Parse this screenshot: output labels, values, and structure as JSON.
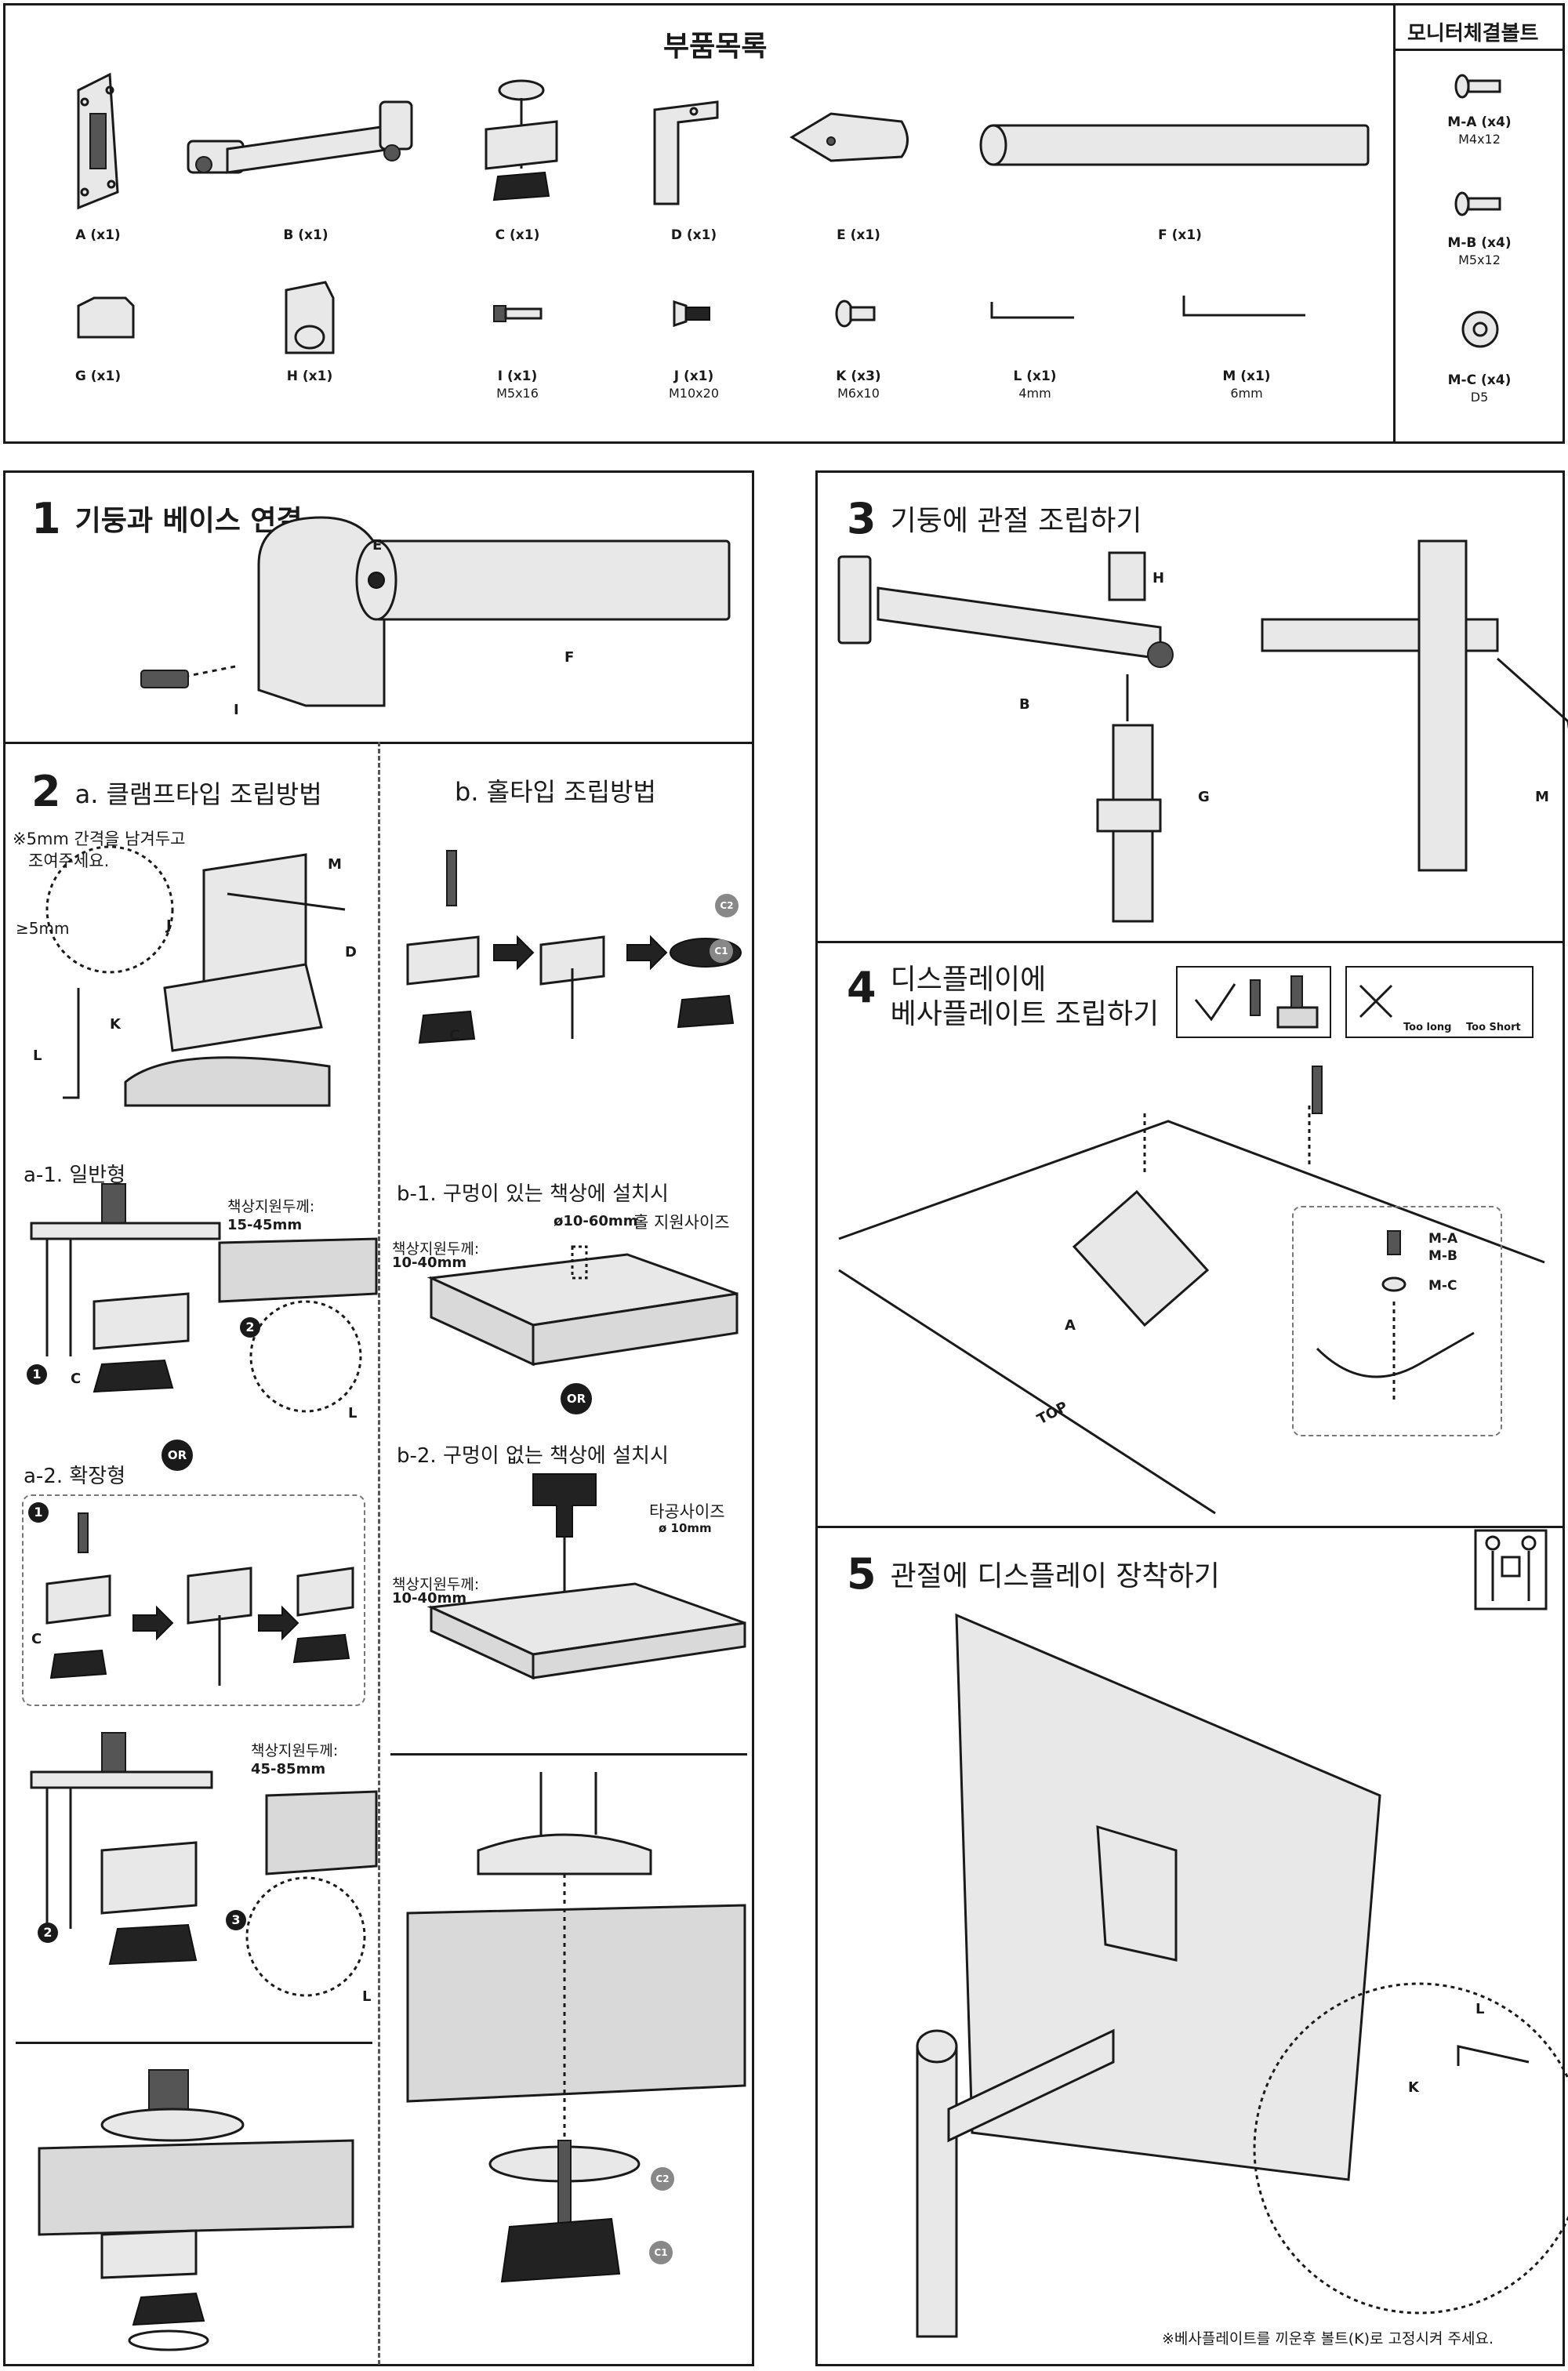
{
  "parts": {
    "title": "부품목록",
    "items": [
      {
        "cap": "A (x1)",
        "sub": ""
      },
      {
        "cap": "B (x1)",
        "sub": ""
      },
      {
        "cap": "C (x1)",
        "sub": ""
      },
      {
        "cap": "D (x1)",
        "sub": ""
      },
      {
        "cap": "E (x1)",
        "sub": ""
      },
      {
        "cap": "F (x1)",
        "sub": ""
      },
      {
        "cap": "G (x1)",
        "sub": ""
      },
      {
        "cap": "H (x1)",
        "sub": ""
      },
      {
        "cap": "I (x1)",
        "sub": "M5x16"
      },
      {
        "cap": "J (x1)",
        "sub": "M10x20"
      },
      {
        "cap": "K (x3)",
        "sub": "M6x10"
      },
      {
        "cap": "L (x1)",
        "sub": "4mm"
      },
      {
        "cap": "M (x1)",
        "sub": "6mm"
      }
    ]
  },
  "monitor_bolts": {
    "title": "모니터체결볼트",
    "items": [
      {
        "cap": "M-A (x4)",
        "sub": "M4x12"
      },
      {
        "cap": "M-B (x4)",
        "sub": "M5x12"
      },
      {
        "cap": "M-C (x4)",
        "sub": "D5"
      }
    ]
  },
  "step1": {
    "num": "1",
    "title": "기둥과 베이스 연결",
    "labels": {
      "e": "E",
      "f": "F",
      "i": "I"
    }
  },
  "step2": {
    "num": "2",
    "a_title": "a. 클램프타입 조립방법",
    "b_title": "b. 홀타입 조립방법",
    "note_line1": "※5mm 간격을 남겨두고",
    "note_line2": "조여주세요.",
    "gap_label": "≥5mm",
    "labels": {
      "m": "M",
      "j": "J",
      "d": "D",
      "k": "K",
      "l": "L",
      "c": "C",
      "c1": "C1",
      "c2": "C2"
    },
    "a1_title": "a-1. 일반형",
    "a1_thick_label": "책상지원두께:",
    "a1_thick_value": "15-45mm",
    "a2_title": "a-2. 확장형",
    "a2_thick_label": "책상지원두께:",
    "a2_thick_value": "45-85mm",
    "or": "OR",
    "b1_title": "b-1. 구멍이 있는 책상에 설치시",
    "b1_hole": "ø10-60mm",
    "b1_hole_label": "홀 지원사이즈",
    "b1_thick_label": "책상지원두께:",
    "b1_thick_value": "10-40mm",
    "b2_title": "b-2. 구멍이 없는 책상에 설치시",
    "b2_drill_label": "타공사이즈",
    "b2_drill_value": "ø 10mm",
    "b2_thick_label": "책상지원두께:",
    "b2_thick_value": "10-40mm",
    "num1": "1",
    "num2": "2",
    "num3": "3"
  },
  "step3": {
    "num": "3",
    "title": "기둥에 관절 조립하기",
    "labels": {
      "h": "H",
      "b": "B",
      "g": "G",
      "m": "M"
    }
  },
  "step4": {
    "num": "4",
    "title_line1": "디스플레이에",
    "title_line2": "베사플레이트 조립하기",
    "too_long": "Too long",
    "too_short": "Too Short",
    "labels": {
      "a": "A",
      "top": "TOP",
      "ma": "M-A",
      "mb": "M-B",
      "mc": "M-C"
    }
  },
  "step5": {
    "num": "5",
    "title": "관절에 디스플레이 장착하기",
    "labels": {
      "l": "L",
      "k": "K"
    },
    "footnote": "※베사플레이트를 끼운후 볼트(K)로 고정시켜 주세요."
  }
}
